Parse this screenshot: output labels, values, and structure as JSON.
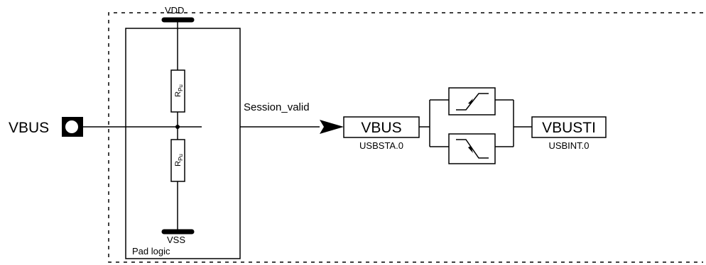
{
  "diagram": {
    "pin_label": "VBUS",
    "vdd_label": "VDD",
    "vss_label": "VSS",
    "resistor_label": "R",
    "resistor_subscript": "Pu",
    "pad_logic_label": "Pad logic",
    "signal_label": "Session_valid",
    "vbus_register": {
      "name": "VBUS",
      "address": "USBSTA.0"
    },
    "vbusti_register": {
      "name": "VBUSTI",
      "address": "USBINT.0"
    },
    "edge_detectors": [
      "rising-edge-detector",
      "falling-edge-detector"
    ],
    "colors": {
      "stroke": "#000000",
      "fill": "#ffffff"
    }
  }
}
